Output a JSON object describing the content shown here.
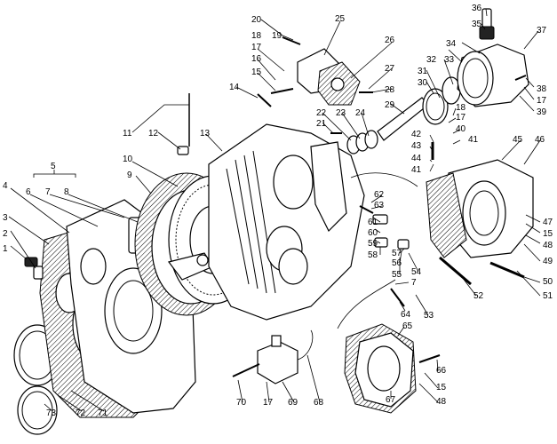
{
  "callouts": [
    {
      "label": "1"
    },
    {
      "label": "2"
    },
    {
      "label": "3"
    },
    {
      "label": "4"
    },
    {
      "label": "5"
    },
    {
      "label": "6"
    },
    {
      "label": "7"
    },
    {
      "label": "8"
    },
    {
      "label": "9"
    },
    {
      "label": "10"
    },
    {
      "label": "11"
    },
    {
      "label": "12"
    },
    {
      "label": "13"
    },
    {
      "label": "14"
    },
    {
      "label": "15"
    },
    {
      "label": "16"
    },
    {
      "label": "17"
    },
    {
      "label": "18"
    },
    {
      "label": "19"
    },
    {
      "label": "20"
    },
    {
      "label": "21"
    },
    {
      "label": "22"
    },
    {
      "label": "23"
    },
    {
      "label": "24"
    },
    {
      "label": "25"
    },
    {
      "label": "26"
    },
    {
      "label": "27"
    },
    {
      "label": "28"
    },
    {
      "label": "29"
    },
    {
      "label": "30"
    },
    {
      "label": "31"
    },
    {
      "label": "32"
    },
    {
      "label": "33"
    },
    {
      "label": "34"
    },
    {
      "label": "35"
    },
    {
      "label": "36"
    },
    {
      "label": "37"
    },
    {
      "label": "38"
    },
    {
      "label": "17"
    },
    {
      "label": "39"
    },
    {
      "label": "18"
    },
    {
      "label": "17"
    },
    {
      "label": "40"
    },
    {
      "label": "42"
    },
    {
      "label": "43"
    },
    {
      "label": "44"
    },
    {
      "label": "41"
    },
    {
      "label": "41"
    },
    {
      "label": "45"
    },
    {
      "label": "46"
    },
    {
      "label": "47"
    },
    {
      "label": "15"
    },
    {
      "label": "48"
    },
    {
      "label": "49"
    },
    {
      "label": "50"
    },
    {
      "label": "51"
    },
    {
      "label": "52"
    },
    {
      "label": "62"
    },
    {
      "label": "63"
    },
    {
      "label": "61"
    },
    {
      "label": "60"
    },
    {
      "label": "59"
    },
    {
      "label": "58"
    },
    {
      "label": "57"
    },
    {
      "label": "56"
    },
    {
      "label": "55"
    },
    {
      "label": "54"
    },
    {
      "label": "7"
    },
    {
      "label": "64"
    },
    {
      "label": "53"
    },
    {
      "label": "65"
    },
    {
      "label": "66"
    },
    {
      "label": "15"
    },
    {
      "label": "48"
    },
    {
      "label": "67"
    },
    {
      "label": "68"
    },
    {
      "label": "69"
    },
    {
      "label": "17"
    },
    {
      "label": "70"
    },
    {
      "label": "71"
    },
    {
      "label": "72"
    },
    {
      "label": "73"
    }
  ]
}
